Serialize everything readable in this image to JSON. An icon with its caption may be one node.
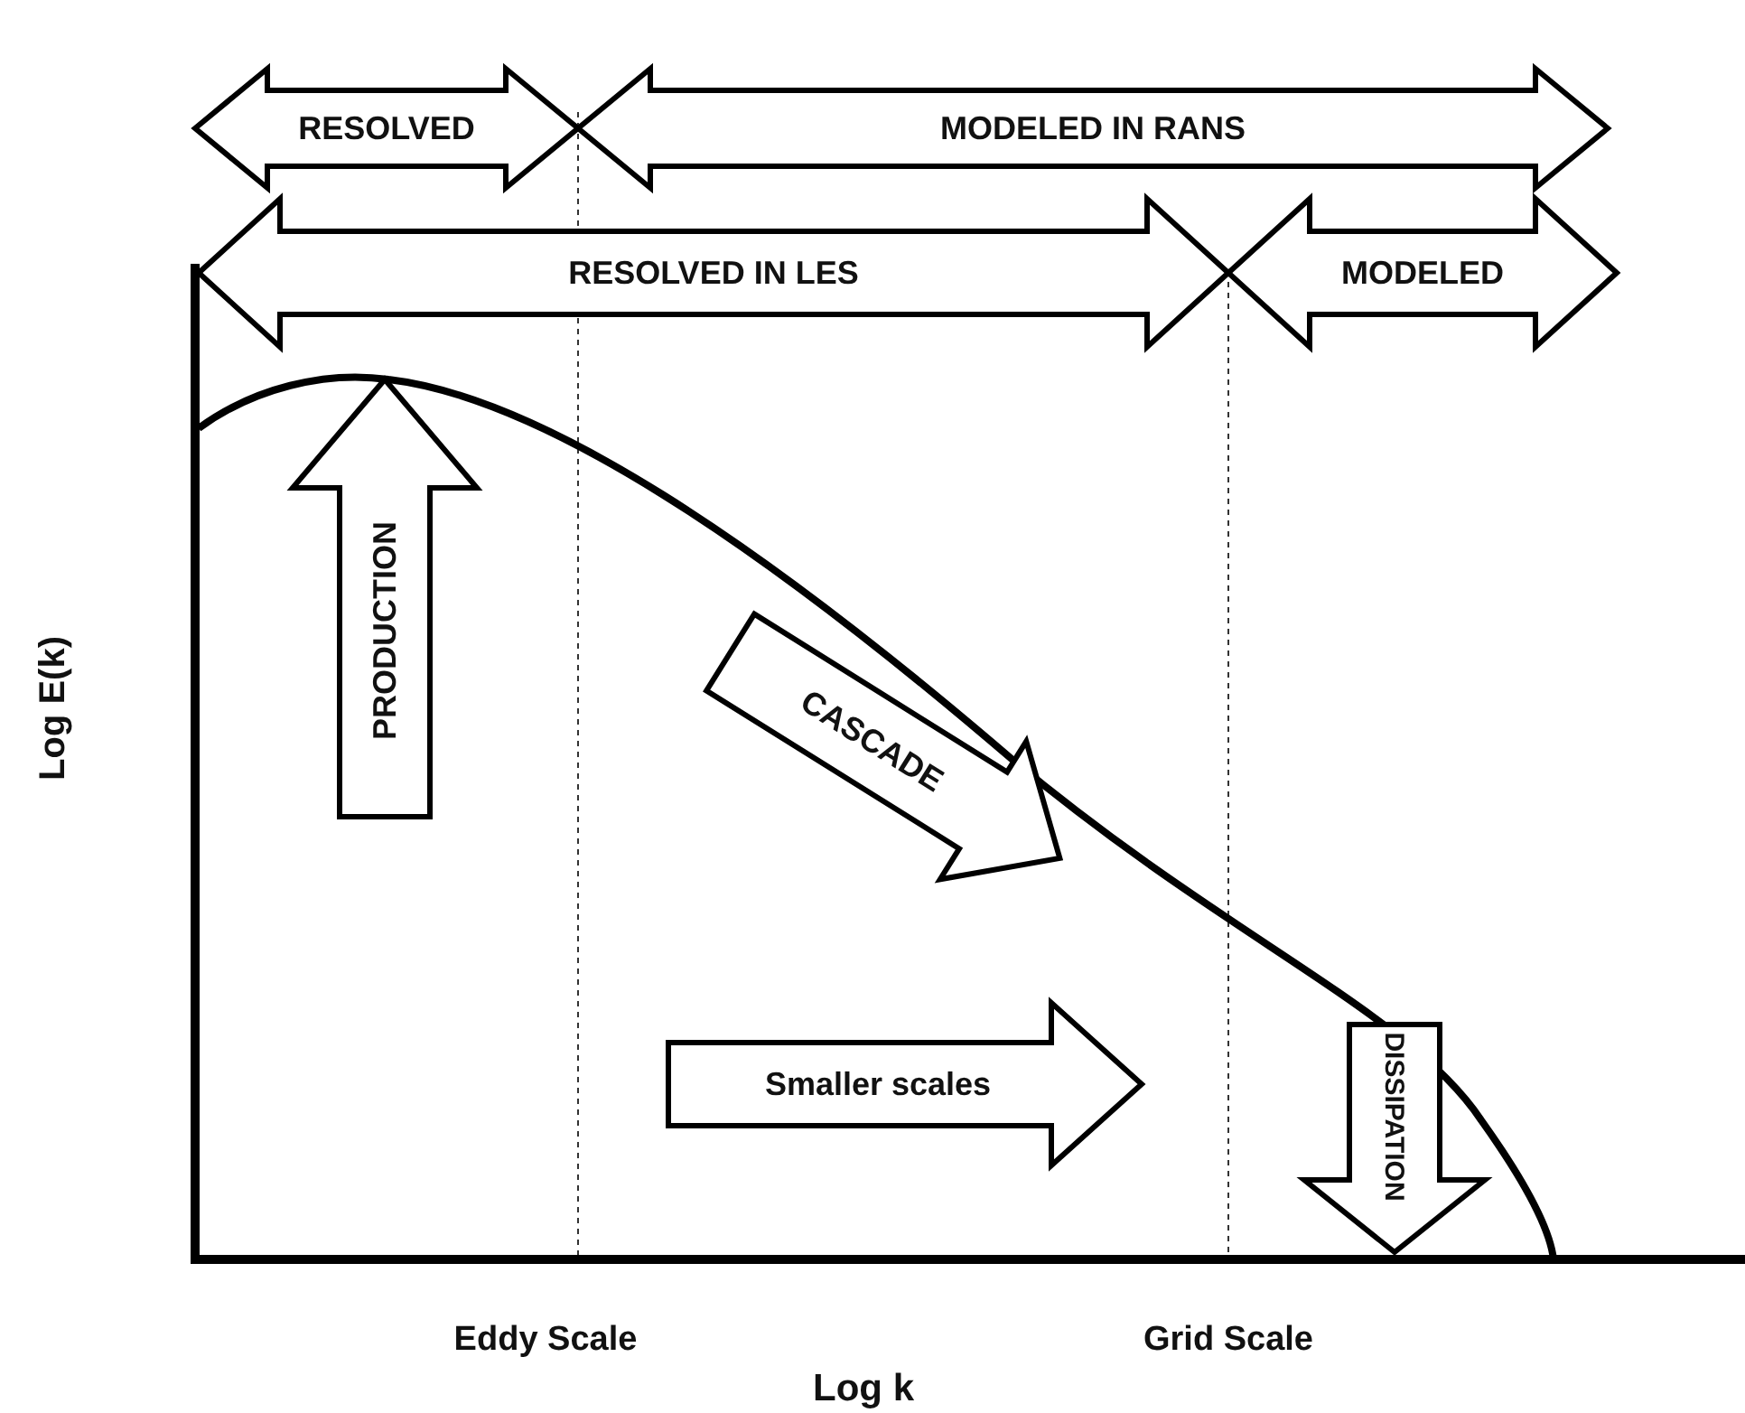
{
  "diagram": {
    "nodes": [
      {
        "text": [
          "RESOLVED"
        ]
      },
      {
        "text": [
          "MODELED IN RANS"
        ]
      },
      {
        "text": [
          "RESOLVED IN LES"
        ]
      },
      {
        "text": [
          "MODELED"
        ]
      },
      {
        "text": [
          "PRODUCTION"
        ]
      },
      {
        "text": [
          "CASCADE"
        ]
      },
      {
        "text": [
          "DISSIPATION"
        ]
      },
      {
        "text": [
          "Smaller scales"
        ]
      }
    ],
    "edges": [],
    "labels": [
      "Log E(k)",
      "Eddy Scale",
      "Grid Scale",
      "Log k"
    ]
  }
}
